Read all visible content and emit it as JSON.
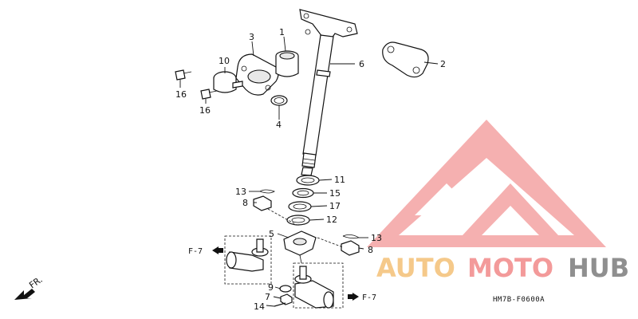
{
  "diagram": {
    "callouts": {
      "c1": "1",
      "c2": "2",
      "c3": "3",
      "c4": "4",
      "c5": "5",
      "c6": "6",
      "c7": "7",
      "c8a": "8",
      "c8b": "8",
      "c9": "9",
      "c10": "10",
      "c11": "11",
      "c12": "12",
      "c13a": "13",
      "c13b": "13",
      "c14": "14",
      "c15": "15",
      "c16a": "16",
      "c16b": "16",
      "c17": "17"
    },
    "refs": {
      "left": "F-7",
      "right": "F-7"
    },
    "front_label": "FR.",
    "drawing_code": "HM7B-F0600A"
  },
  "watermark": {
    "part1": "AUTO",
    "part2": "MOTO",
    "part3": "HUB",
    "colors": {
      "auto": "#f5c98a",
      "moto": "#f39a9a",
      "hub": "#8f8f8f",
      "logo": "#f4a3a3"
    }
  }
}
